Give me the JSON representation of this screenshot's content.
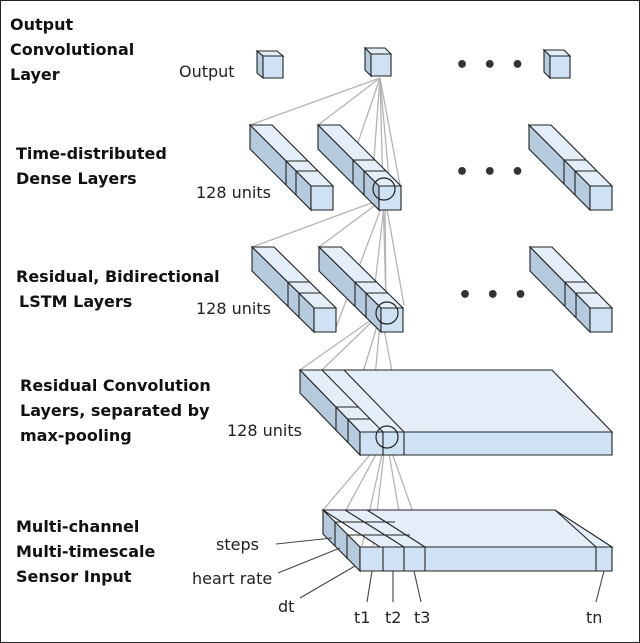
{
  "layers": [
    {
      "title_lines": [
        "Output",
        "Convolutional",
        "Layer"
      ]
    },
    {
      "title_lines": [
        "Time-distributed",
        "Dense Layers"
      ]
    },
    {
      "title_lines": [
        "Residual, Bidirectional",
        "LSTM Layers"
      ]
    },
    {
      "title_lines": [
        "Residual Convolution",
        "Layers, separated by",
        "max-pooling"
      ]
    },
    {
      "title_lines": [
        "Multi-channel",
        "Multi-timescale",
        "Sensor Input"
      ]
    }
  ],
  "labels": {
    "output": "Output",
    "dense_units": "128 units",
    "lstm_units": "128 units",
    "conv_units": "128 units",
    "ellipsis": "• • •"
  },
  "sensor_channels": [
    "steps",
    "heart rate",
    "dt"
  ],
  "timesteps": [
    "t1",
    "t2",
    "t3",
    "tn"
  ]
}
